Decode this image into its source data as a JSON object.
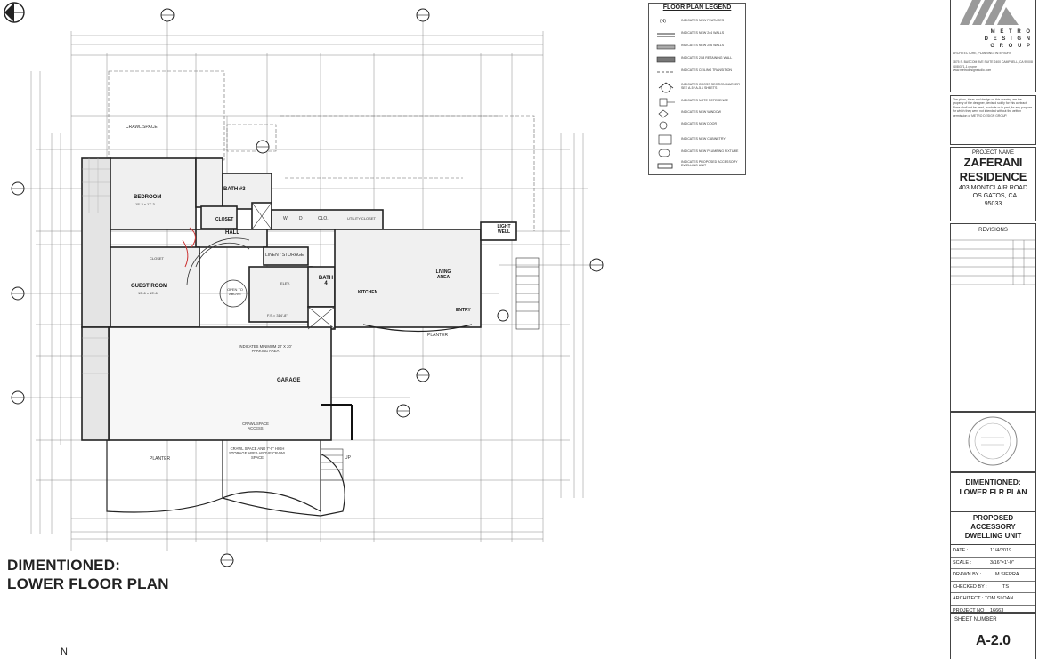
{
  "plan": {
    "title_line1": "DIMENTIONED:",
    "title_line2": "LOWER FLOOR PLAN",
    "north_label": "N",
    "rooms": {
      "crawl_space": "CRAWL SPACE",
      "bedroom": "BEDROOM",
      "bedroom_dim": "15'-3 x 17'-3",
      "bath3": "BATH #3",
      "closet": "CLOSET",
      "hall": "HALL",
      "w": "W",
      "d": "D",
      "clo": "CLO.",
      "utility_closet": "UTILITY CLOSET",
      "linen_storage": "LINEN / STORAGE",
      "guest_room": "GUEST ROOM",
      "guest_room_dim": "13'-6 x 13'-6",
      "open_to_above": "OPEN TO ABOVE",
      "elev": "ELEV.",
      "bath4": "BATH 4",
      "fs": "F.S.= 314'-8\"",
      "kitchen": "KITCHEN",
      "living_area": "LIVING AREA",
      "entry": "ENTRY",
      "light_well": "LIGHT WELL",
      "planter": "PLANTER",
      "parking_note": "INDICATES MINIMUM 20' X 20' PARKING AREA",
      "garage": "GARAGE",
      "crawl_access": "CRAWL SPACE ACCESS",
      "storage_note": "CRAWL SPACE AND 7'-0\" HIGH STORAGE AREA ABOVE CRAWL SPACE",
      "planter2": "PLANTER",
      "up": "UP",
      "closet2": "CLOSET"
    }
  },
  "legend": {
    "title": "FLOOR PLAN LEGEND",
    "items": [
      {
        "symbol": "(N)",
        "text": "INDICATES NEW FEATURES"
      },
      {
        "symbol": "wall2x4",
        "text": "INDICATES NEW 2x4 WALLS"
      },
      {
        "symbol": "wall2x6",
        "text": "INDICATES NEW 2x6 WALLS"
      },
      {
        "symbol": "wall2x8",
        "text": "INDICATES 2X8 RETAINING WALL"
      },
      {
        "symbol": "dashed",
        "text": "INDICATES CEILING TRANSITION"
      },
      {
        "symbol": "section",
        "text": "INDICATES CROSS SECTION MARKER SEE A-5 / A-5.1 SHEETS"
      },
      {
        "symbol": "note",
        "text": "INDICATES NOTE REFERENCE"
      },
      {
        "symbol": "window",
        "text": "INDICATES NEW WINDOW"
      },
      {
        "symbol": "door",
        "text": "INDICATES NEW DOOR"
      },
      {
        "symbol": "cabinet",
        "text": "INDICATES NEW CABINETRY"
      },
      {
        "symbol": "plumbing",
        "text": "INDICATES NEW PLUMBING FIXTURE"
      },
      {
        "symbol": "adu",
        "text": "INDICATES PROPOSED ACCESSORY DWELLING UNIT"
      }
    ]
  },
  "title_block": {
    "firm_line1": "M E T R O",
    "firm_line2": "D E S I G N",
    "firm_line3": "G R O U P",
    "firm_tag": "ARCHITECTURE, PLANNING, INTERIORS",
    "firm_address": "1875 S. BASCOM AVE SUITE 2400 CAMPBELL, CA 95008",
    "firm_phone": "(408)371-1 phone",
    "firm_web": "www.metrodesignstudio.com",
    "copyright": "The plans, ideas and design on this drawing are the property of the designer, devised solely for this contract. Plans shall not be used, in whole or in part, for any purpose for which they were not intended without the written permission of METRO DESIGN GROUP.",
    "project_name_label": "PROJECT NAME",
    "project_name": "ZAFERANI RESIDENCE",
    "address_line1": "403 MONTCLAIR ROAD",
    "address_line2": "LOS GATOS, CA",
    "address_line3": "95033",
    "revisions_label": "REVISIONS",
    "sheet_desc": "DIMENTIONED: LOWER FLR PLAN",
    "project_type": "PROPOSED ACCESSORY DWELLING UNIT",
    "meta": [
      {
        "label": "DATE :",
        "value": "11/4/2019"
      },
      {
        "label": "SCALE :",
        "value": "3/16\"=1'-0\""
      },
      {
        "label": "DRAWN BY :",
        "value": "M.SIERRA"
      },
      {
        "label": "CHECKED BY :",
        "value": "TS"
      },
      {
        "label": "ARCHITECT :",
        "value": "TOM SLOAN"
      },
      {
        "label": "PROJECT NO :",
        "value": "16663"
      }
    ],
    "sheet_number_label": "SHEET NUMBER",
    "sheet_number": "A-2.0"
  }
}
